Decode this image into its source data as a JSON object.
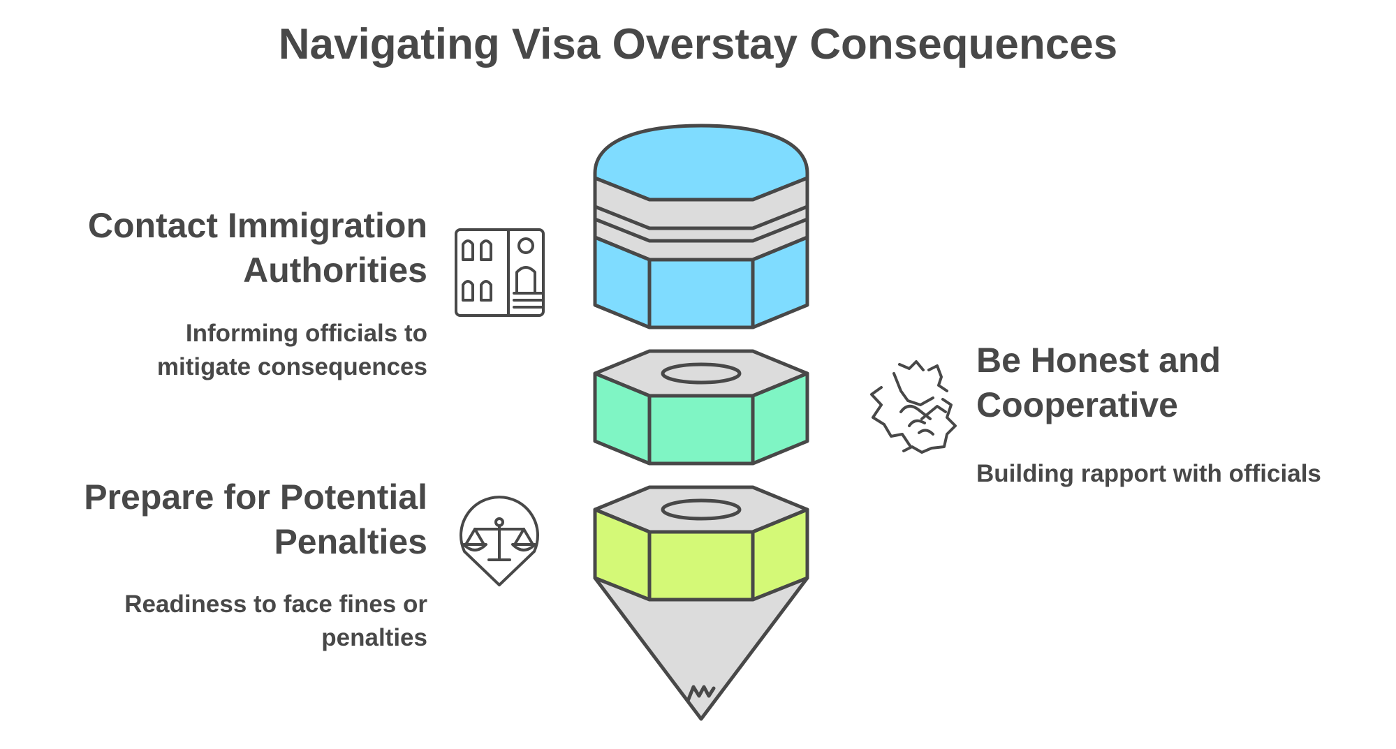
{
  "title": "Navigating Visa Overstay Consequences",
  "steps": [
    {
      "heading_lines": [
        "Contact Immigration",
        "Authorities"
      ],
      "description_lines": [
        "Informing officials to",
        "mitigate consequences"
      ],
      "icon": "building-icon",
      "color": "#7fdcff"
    },
    {
      "heading_lines": [
        "Be Honest and",
        "Cooperative"
      ],
      "description_lines": [
        "Building rapport with officials"
      ],
      "icon": "handshake-icon",
      "color": "#7ff5c4"
    },
    {
      "heading_lines": [
        "Prepare for Potential",
        "Penalties"
      ],
      "description_lines": [
        "Readiness to face fines or",
        "penalties"
      ],
      "icon": "scales-pin-icon",
      "color": "#d4f977"
    }
  ],
  "colors": {
    "text": "#484848",
    "outline": "#484848",
    "gray_face": "#dcdcdc",
    "tip": "#dcdcdc"
  }
}
